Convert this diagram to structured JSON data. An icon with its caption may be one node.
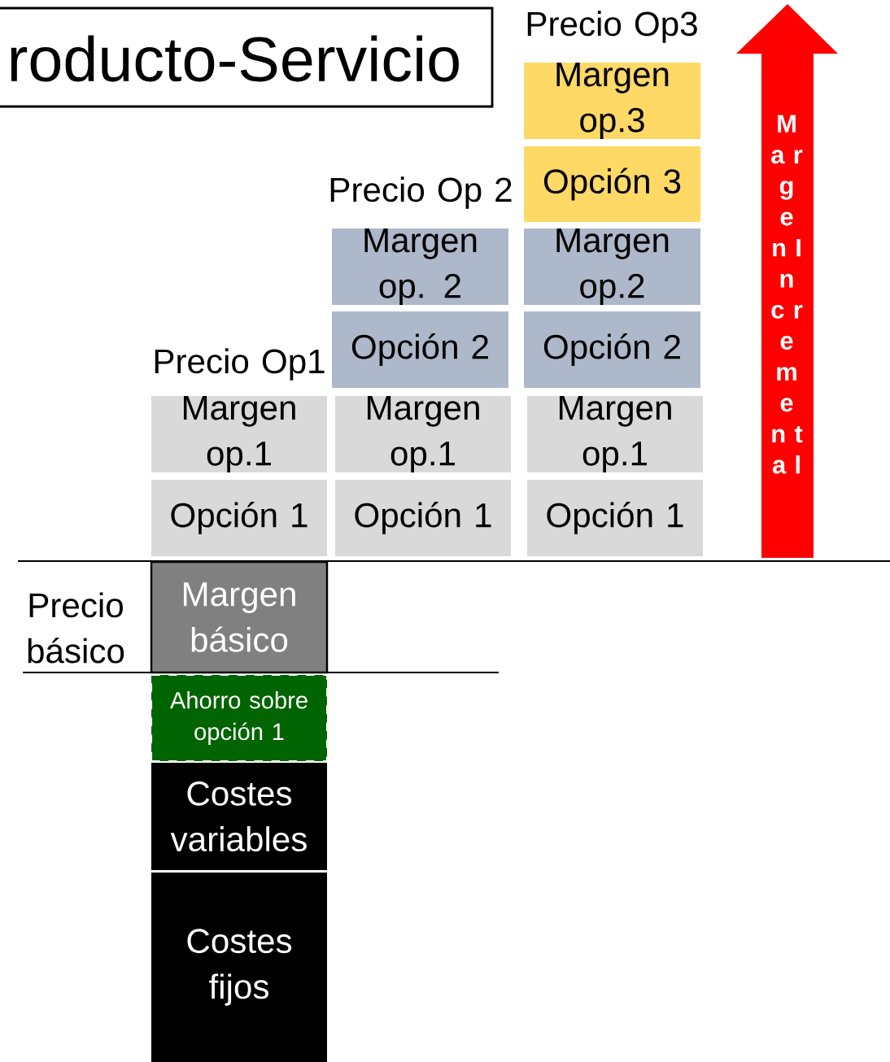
{
  "diagram": {
    "title": "roducto-Servicio",
    "nodes": [
      {
        "text": [
          "Margen op.3"
        ]
      },
      {
        "text": [
          "Opción 3"
        ]
      },
      {
        "text": [
          "Margen op. 2"
        ]
      },
      {
        "text": [
          "Margen op.2"
        ]
      },
      {
        "text": [
          "Opción 2"
        ]
      },
      {
        "text": [
          "Opción 2"
        ]
      },
      {
        "text": [
          "Margen op.1"
        ]
      },
      {
        "text": [
          "Margen op.1"
        ]
      },
      {
        "text": [
          "Margen op.1"
        ]
      },
      {
        "text": [
          "Opción 1"
        ]
      },
      {
        "text": [
          "Opción 1"
        ]
      },
      {
        "text": [
          "Opción 1"
        ]
      },
      {
        "text": [
          "M a r g e n I n c r e m e n t a l"
        ]
      },
      {
        "text": [
          "Margen básico"
        ]
      },
      {
        "text": [
          "Ahorro sobre opción 1"
        ]
      },
      {
        "text": [
          "Costes variables"
        ]
      },
      {
        "text": [
          "Costes fijos"
        ]
      }
    ],
    "edges": [],
    "labels": [
      "Precio Op3",
      "Precio Op 2",
      "Precio Op1",
      "Precio básico"
    ]
  }
}
